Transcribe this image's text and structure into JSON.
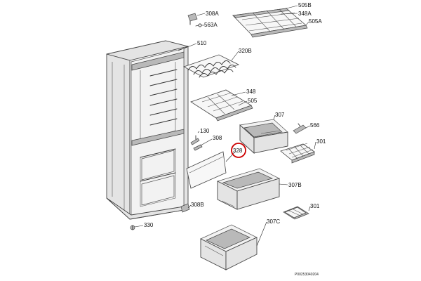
{
  "diagram": {
    "labels": {
      "l308a": "308A",
      "l563a": "563A",
      "l505b": "505B",
      "l348a": "348A",
      "l505a": "505A",
      "l510": "510",
      "l320b": "320B",
      "l348": "348",
      "l505": "505",
      "l307": "307",
      "l566": "566",
      "l130": "130",
      "l308": "308",
      "l328": "328",
      "l301a": "301",
      "l307b": "307B",
      "l308b": "308B",
      "l301b": "301",
      "l307c": "307C",
      "l330": "330"
    },
    "highlight_color": "#cc0000",
    "drawing_code": "P00253040204"
  }
}
